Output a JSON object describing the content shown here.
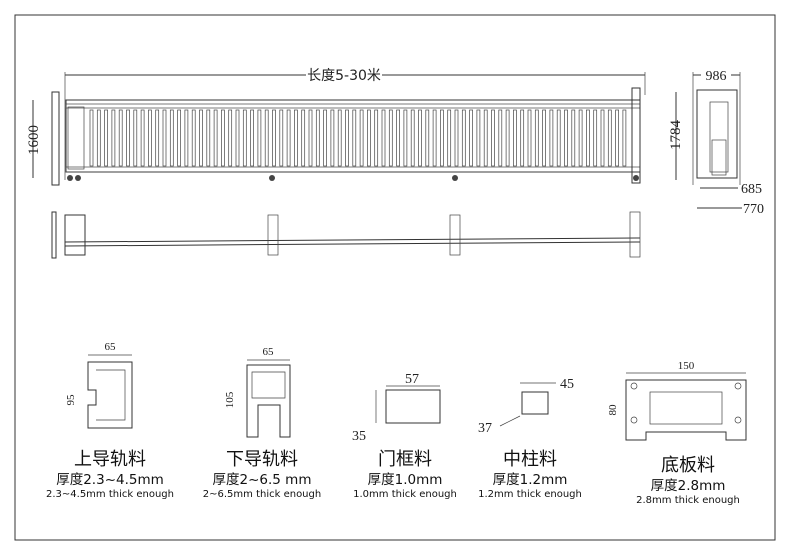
{
  "elevation": {
    "length_label": "长度5-30米",
    "height_label": "1600"
  },
  "side_view": {
    "width_label": "986",
    "height_label": "1784",
    "inner_label": "685",
    "outer_label": "770"
  },
  "profiles": [
    {
      "name": "上导轨料",
      "thickness": "厚度2.3~4.5mm",
      "note": "2.3~4.5mm thick enough",
      "dim_w": "65",
      "dim_h": "95"
    },
    {
      "name": "下导轨料",
      "thickness": "厚度2~6.5 mm",
      "note": "2~6.5mm thick enough",
      "dim_w": "65",
      "dim_h": "105"
    },
    {
      "name": "门框料",
      "thickness": "厚度1.0mm",
      "note": "1.0mm thick enough",
      "dim_w": "57",
      "dim_h": "35"
    },
    {
      "name": "中柱料",
      "thickness": "厚度1.2mm",
      "note": "1.2mm thick enough",
      "dim_w": "45",
      "dim_h": "37"
    },
    {
      "name": "底板料",
      "thickness": "厚度2.8mm",
      "note": "2.8mm thick enough",
      "dim_w": "150",
      "dim_h": "80"
    }
  ]
}
